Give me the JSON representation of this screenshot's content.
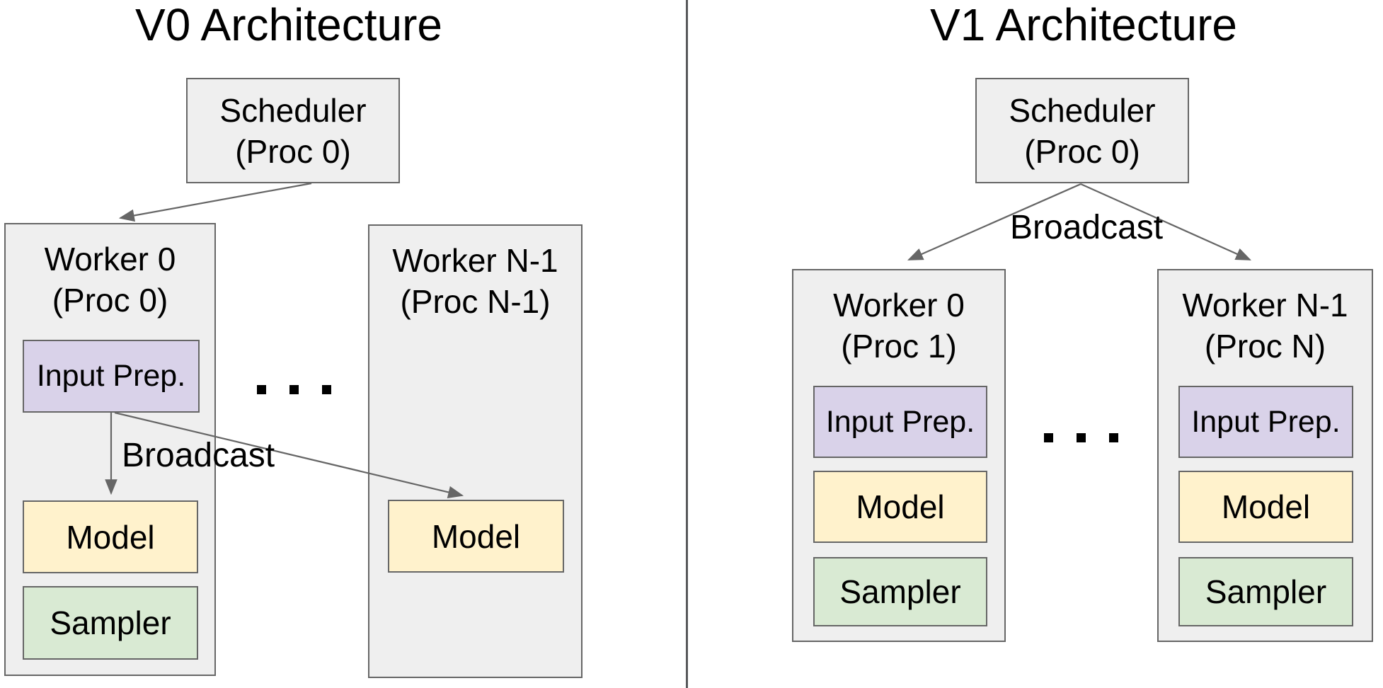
{
  "colors": {
    "gray_box_fill": "#efefef",
    "box_border": "#666666",
    "input_prep_fill": "#d9d2e9",
    "model_fill": "#fff2cc",
    "sampler_fill": "#d9ead3",
    "arrow": "#666666",
    "divider": "#58595b",
    "text": "#000000"
  },
  "left_panel": {
    "title": "V0 Architecture",
    "scheduler": {
      "name": "Scheduler",
      "proc": "(Proc 0)"
    },
    "broadcast_label": "Broadcast",
    "worker_0": {
      "name": "Worker 0",
      "proc": "(Proc 0)",
      "input_prep": "Input Prep.",
      "model": "Model",
      "sampler": "Sampler"
    },
    "worker_n1": {
      "name": "Worker N-1",
      "proc": "(Proc N-1)",
      "model": "Model"
    }
  },
  "right_panel": {
    "title": "V1 Architecture",
    "scheduler": {
      "name": "Scheduler",
      "proc": "(Proc 0)"
    },
    "broadcast_label": "Broadcast",
    "worker_0": {
      "name": "Worker 0",
      "proc": "(Proc 1)",
      "input_prep": "Input Prep.",
      "model": "Model",
      "sampler": "Sampler"
    },
    "worker_n1": {
      "name": "Worker N-1",
      "proc": "(Proc N)",
      "input_prep": "Input Prep.",
      "model": "Model",
      "sampler": "Sampler"
    }
  }
}
